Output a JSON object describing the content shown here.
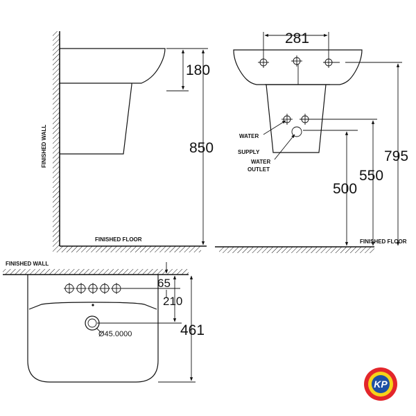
{
  "labels": {
    "finished_wall_side": "FINISHED WALL",
    "finished_floor_side": "FINISHED FLOOR",
    "finished_floor_front": "FINISHED FLOOR",
    "water_supply_line1": "WATER",
    "water_supply_line2": "SUPPLY",
    "water_outlet_line1": "WATER",
    "water_outlet_line2": "OUTLET",
    "finished_wall_top": "FINISHED WALL",
    "drain_diameter": "Ø45.0000"
  },
  "dimensions": {
    "side_basin_depth": "180",
    "side_height": "850",
    "front_hole_spacing": "281",
    "front_rim_height": "795",
    "front_supply_height": "550",
    "front_outlet_height": "500",
    "top_offset_1": "65",
    "top_offset_2": "210",
    "top_depth": "461"
  },
  "logo": {
    "text": "KP",
    "colors": {
      "ring_red": "#e3262b",
      "ring_yellow": "#f6d21a",
      "inner_blue": "#1e4fa3"
    }
  }
}
